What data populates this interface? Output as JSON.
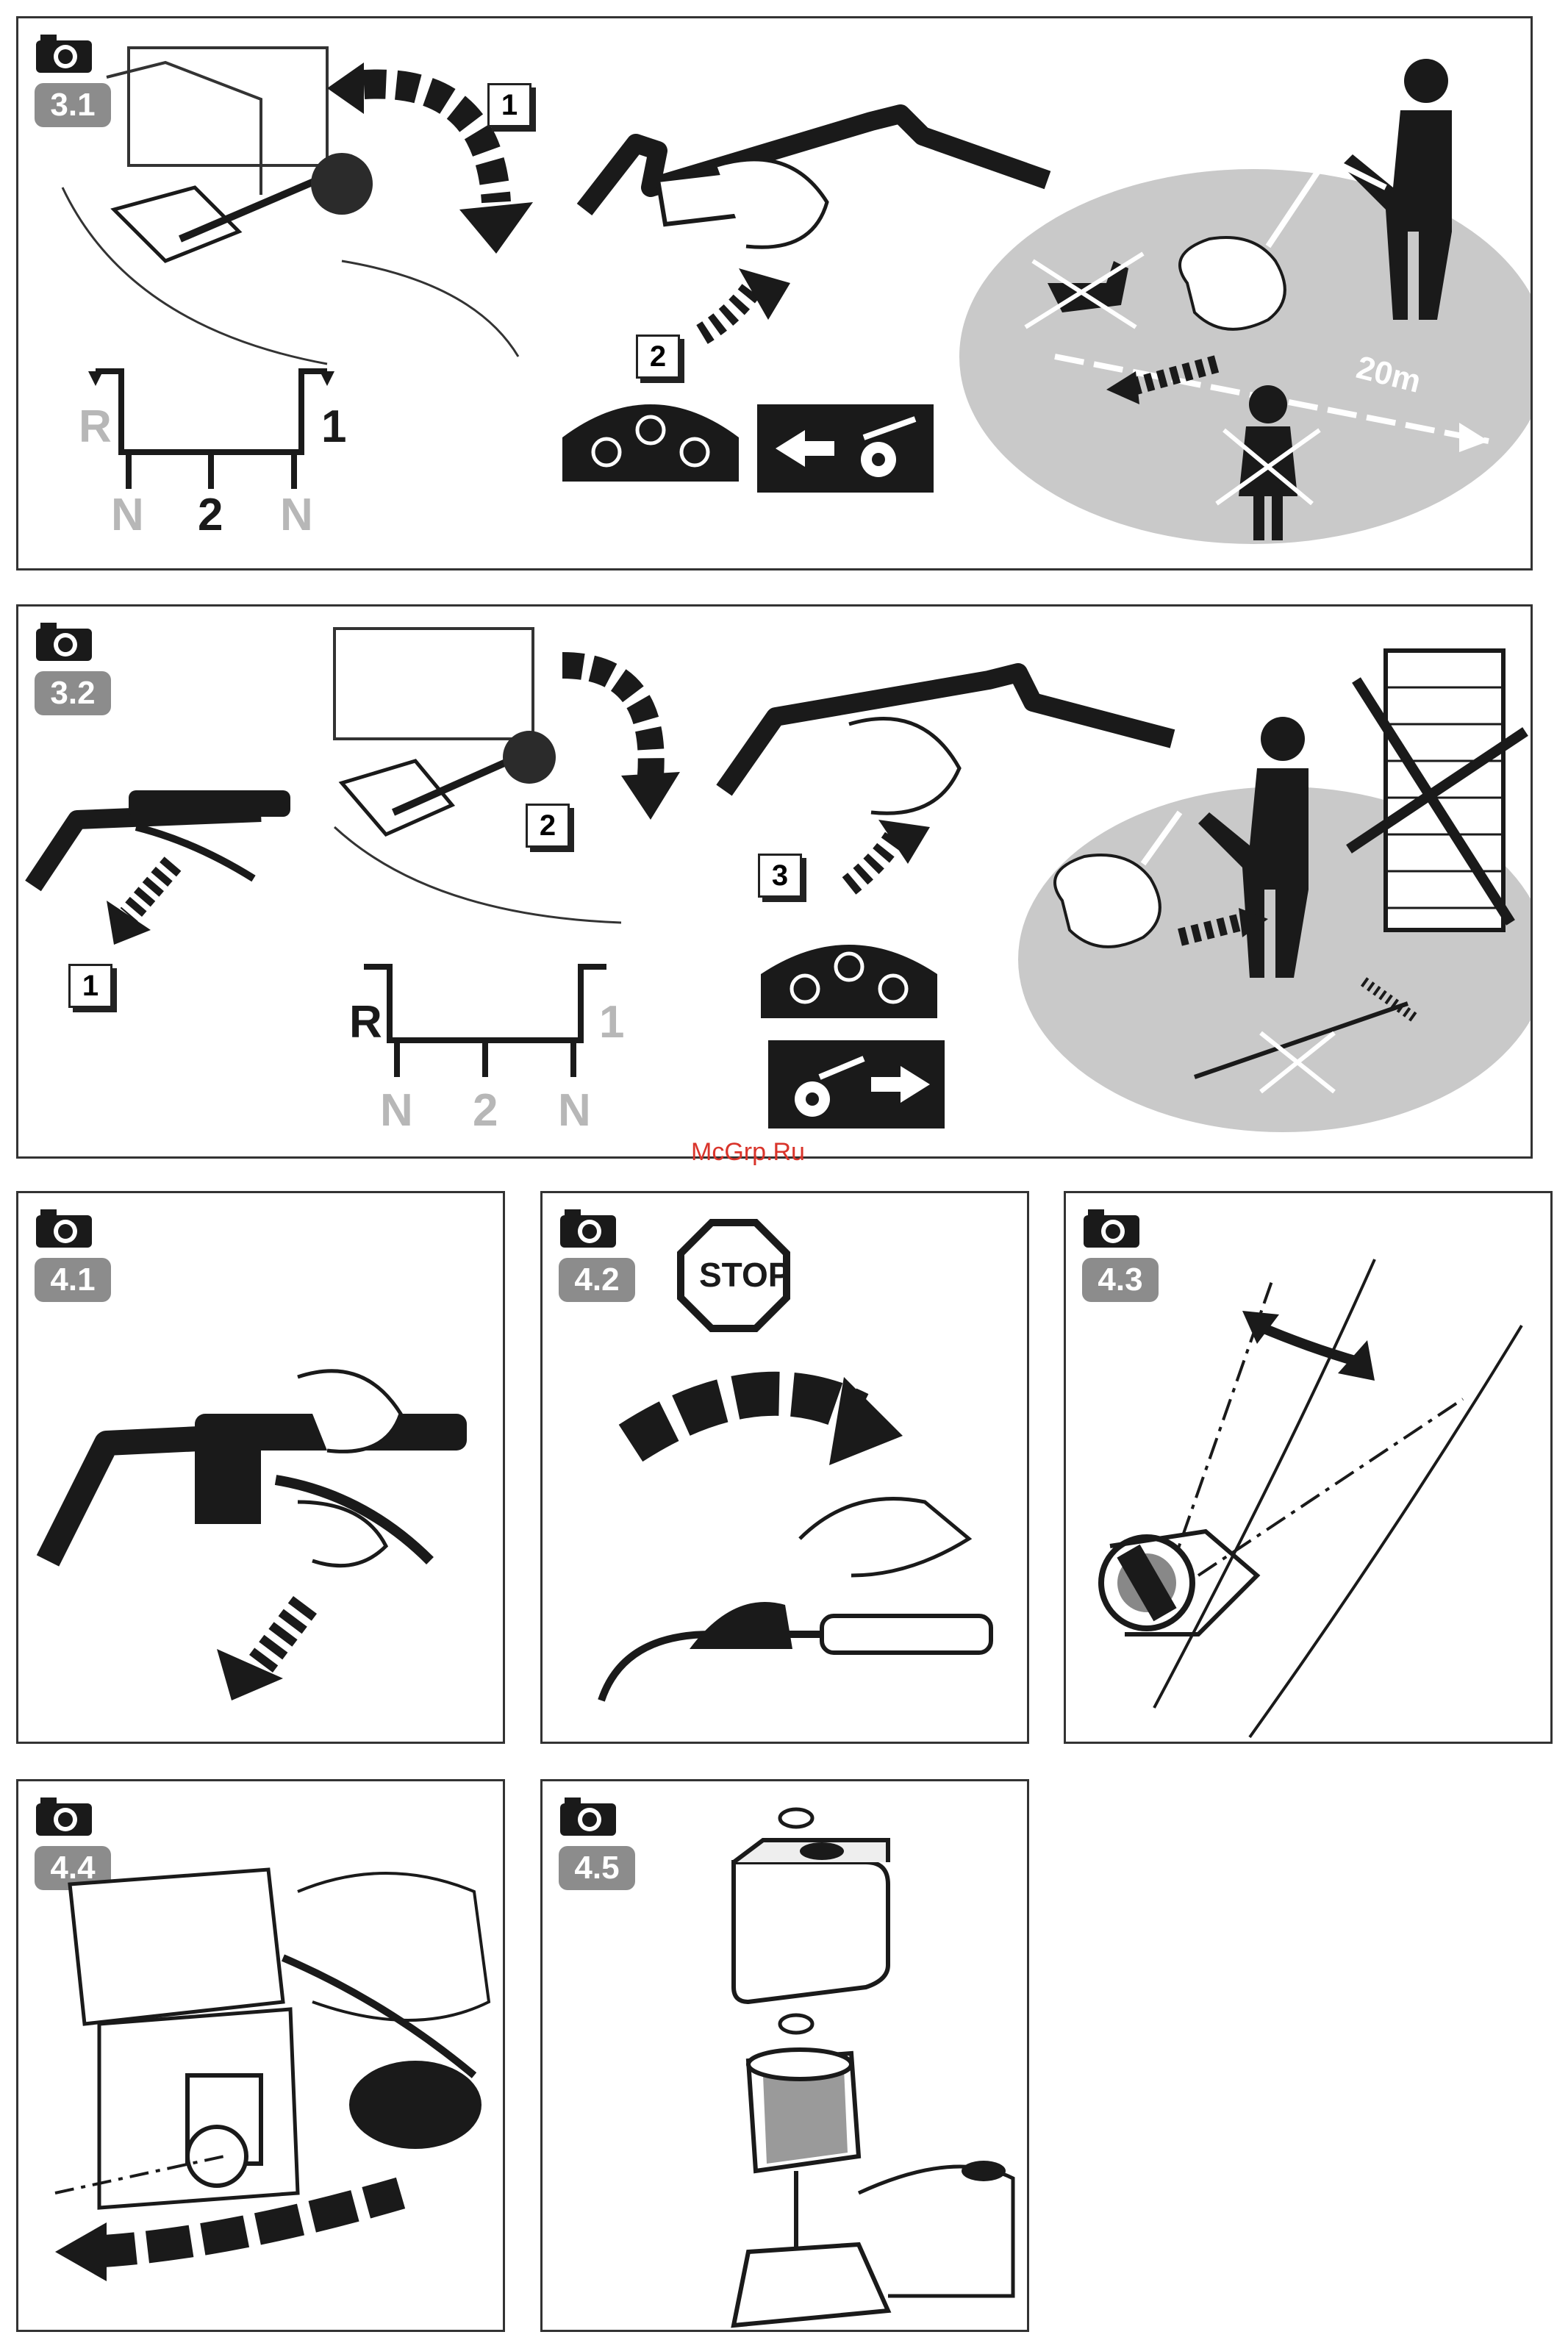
{
  "watermark": "McGrp.Ru",
  "panels": [
    {
      "id": "3.1",
      "label": "3.1",
      "steps": [
        "1",
        "2"
      ],
      "gears": {
        "r": "R",
        "one": "1",
        "n_left": "N",
        "two": "2",
        "n_right": "N"
      },
      "distance": "20m"
    },
    {
      "id": "3.2",
      "label": "3.2",
      "steps": [
        "1",
        "2",
        "3"
      ],
      "gears": {
        "r": "R",
        "one": "1",
        "n_left": "N",
        "two": "2",
        "n_right": "N"
      }
    },
    {
      "id": "4.1",
      "label": "4.1"
    },
    {
      "id": "4.2",
      "label": "4.2",
      "sign": "STOP"
    },
    {
      "id": "4.3",
      "label": "4.3"
    },
    {
      "id": "4.4",
      "label": "4.4"
    },
    {
      "id": "4.5",
      "label": "4.5"
    }
  ],
  "colors": {
    "ink": "#1a1a1a",
    "badge": "#8c8c8c",
    "dim_gear": "#b7b7b7",
    "ground": "#c9c9c9",
    "watermark": "#d9342b"
  },
  "icons": [
    "camera-icon",
    "gear-lever-icon",
    "handlebar-icon",
    "tiller-blades-icon",
    "tiller-direction-icon",
    "person-icon",
    "stop-sign-icon",
    "throttle-icon",
    "fuel-cap-icon",
    "air-filter-icon"
  ]
}
